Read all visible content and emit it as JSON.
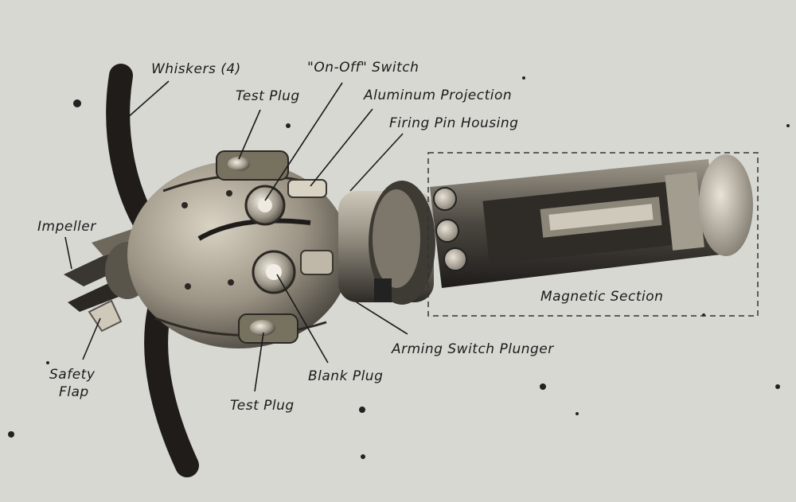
{
  "labels": {
    "whiskers": "Whiskers (4)",
    "test_plug_top": "Test Plug",
    "on_off_switch": "\"On-Off\" Switch",
    "aluminum_projection": "Aluminum Projection",
    "firing_pin_housing": "Firing Pin Housing",
    "impeller": "Impeller",
    "safety_flap_line1": "Safety",
    "safety_flap_line2": "Flap",
    "magnetic_section": "Magnetic Section",
    "arming_switch_plunger": "Arming Switch Plunger",
    "blank_plug": "Blank Plug",
    "test_plug_bottom": "Test Plug"
  },
  "colors": {
    "paper": "#d8d8d3",
    "ink": "#1a1a1a",
    "metal_light": "#b9b2a2",
    "metal_dark": "#4a4640"
  }
}
